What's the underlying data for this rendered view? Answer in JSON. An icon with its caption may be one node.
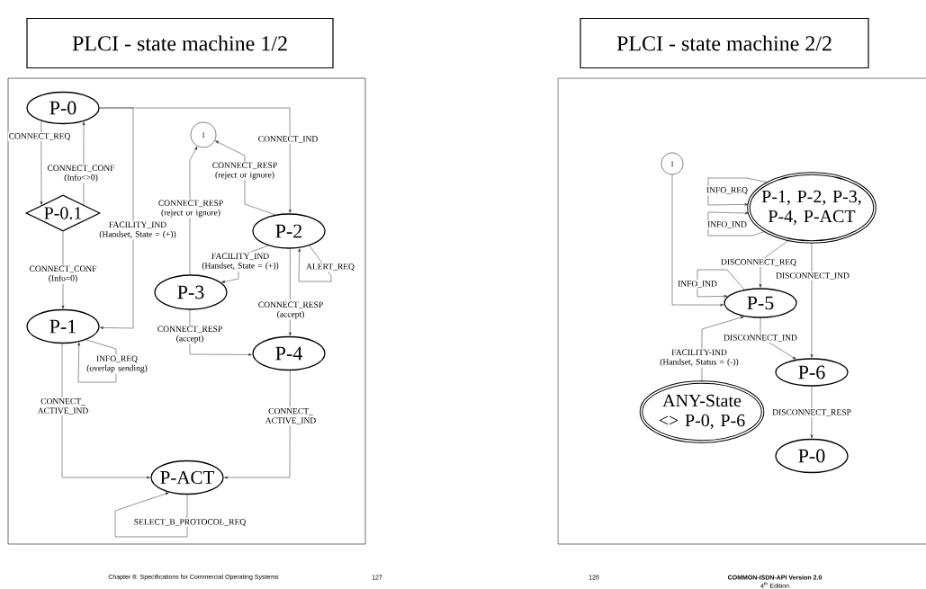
{
  "diagram": {
    "nodes": [
      {
        "text": [
          "PLCI - state machine 1/2"
        ]
      },
      {
        "text": [
          "P-0"
        ]
      },
      {
        "text": [
          "1"
        ]
      },
      {
        "text": [
          "P-0.1"
        ]
      },
      {
        "text": [
          "P-2"
        ]
      },
      {
        "text": [
          "P-3"
        ]
      },
      {
        "text": [
          "P-1"
        ]
      },
      {
        "text": [
          "P-4"
        ]
      },
      {
        "text": [
          "P-ACT"
        ]
      },
      {
        "text": [
          "PLCI - state machine 2/2"
        ]
      },
      {
        "text": [
          "1"
        ]
      },
      {
        "text": [
          "P-1, P-2, P-3, P-4, P-ACT"
        ]
      },
      {
        "text": [
          "P-5"
        ]
      },
      {
        "text": [
          "P-6"
        ]
      },
      {
        "text": [
          "ANY-State <> P-0, P-6"
        ]
      },
      {
        "text": [
          "P-0"
        ]
      }
    ],
    "edges": [
      {
        "from": 1,
        "to": 3,
        "arrow": "to",
        "label": "CONNECT_REQ"
      },
      {
        "from": 3,
        "to": 1,
        "arrow": "to",
        "label": "CONNECT_CONF (Info<>0)"
      },
      {
        "from": 3,
        "to": 6,
        "arrow": "to",
        "label": "CONNECT_CONF (Info=0)"
      },
      {
        "from": 1,
        "to": 6,
        "arrow": "to",
        "label": "FACILITY_IND (Handset, State = (+))"
      },
      {
        "from": 1,
        "to": 4,
        "arrow": "to",
        "label": "CONNECT_IND"
      },
      {
        "from": 4,
        "to": 2,
        "arrow": "to",
        "label": "CONNECT_RESP (reject or ignore)"
      },
      {
        "from": 5,
        "to": 2,
        "arrow": "to",
        "label": "CONNECT_RESP (reject or ignore)"
      },
      {
        "from": 4,
        "to": 5,
        "arrow": "to",
        "label": "FACILITY_IND (Handset, State = (+))"
      },
      {
        "from": 4,
        "to": 4,
        "arrow": "to",
        "label": "ALERT_REQ"
      },
      {
        "from": 4,
        "to": 7,
        "arrow": "to",
        "label": "CONNECT_RESP (accept)"
      },
      {
        "from": 5,
        "to": 7,
        "arrow": "to",
        "label": "CONNECT_RESP (accept)"
      },
      {
        "from": 6,
        "to": 6,
        "arrow": "to",
        "label": "INFO_REQ (overlap sending)"
      },
      {
        "from": 6,
        "to": 8,
        "arrow": "to",
        "label": "CONNECT_ ACTIVE_IND"
      },
      {
        "from": 7,
        "to": 8,
        "arrow": "to",
        "label": "CONNECT_ ACTIVE_IND"
      },
      {
        "from": 8,
        "to": 8,
        "arrow": "to",
        "label": "SELECT_B_PROTOCOL_REQ"
      },
      {
        "from": 10,
        "to": 12,
        "arrow": "to"
      },
      {
        "from": 11,
        "to": 11,
        "arrow": "to",
        "label": "INFO_REQ"
      },
      {
        "from": 11,
        "to": 11,
        "arrow": "to",
        "label": "INFO_IND"
      },
      {
        "from": 11,
        "to": 12,
        "arrow": "to",
        "label": "DISCONNECT_REQ"
      },
      {
        "from": 12,
        "to": 12,
        "arrow": "to",
        "label": "INFO_IND"
      },
      {
        "from": 11,
        "to": 13,
        "arrow": "to",
        "label": "DISCONNECT_IND"
      },
      {
        "from": 12,
        "to": 13,
        "arrow": "to",
        "label": "DISCONNECT_IND"
      },
      {
        "from": 14,
        "to": 12,
        "arrow": "to",
        "label": "FACILITY-IND (Handset, Status = (-))"
      },
      {
        "from": 13,
        "to": 15,
        "arrow": "to",
        "label": "DISCONNECT_RESP"
      }
    ],
    "labels": [
      "Chapter 8: Specifications for Commercial Operating Systems",
      "127",
      "128",
      "COMMON-ISDN-API Version 2.0",
      "4$^{th}$ Edition"
    ]
  }
}
